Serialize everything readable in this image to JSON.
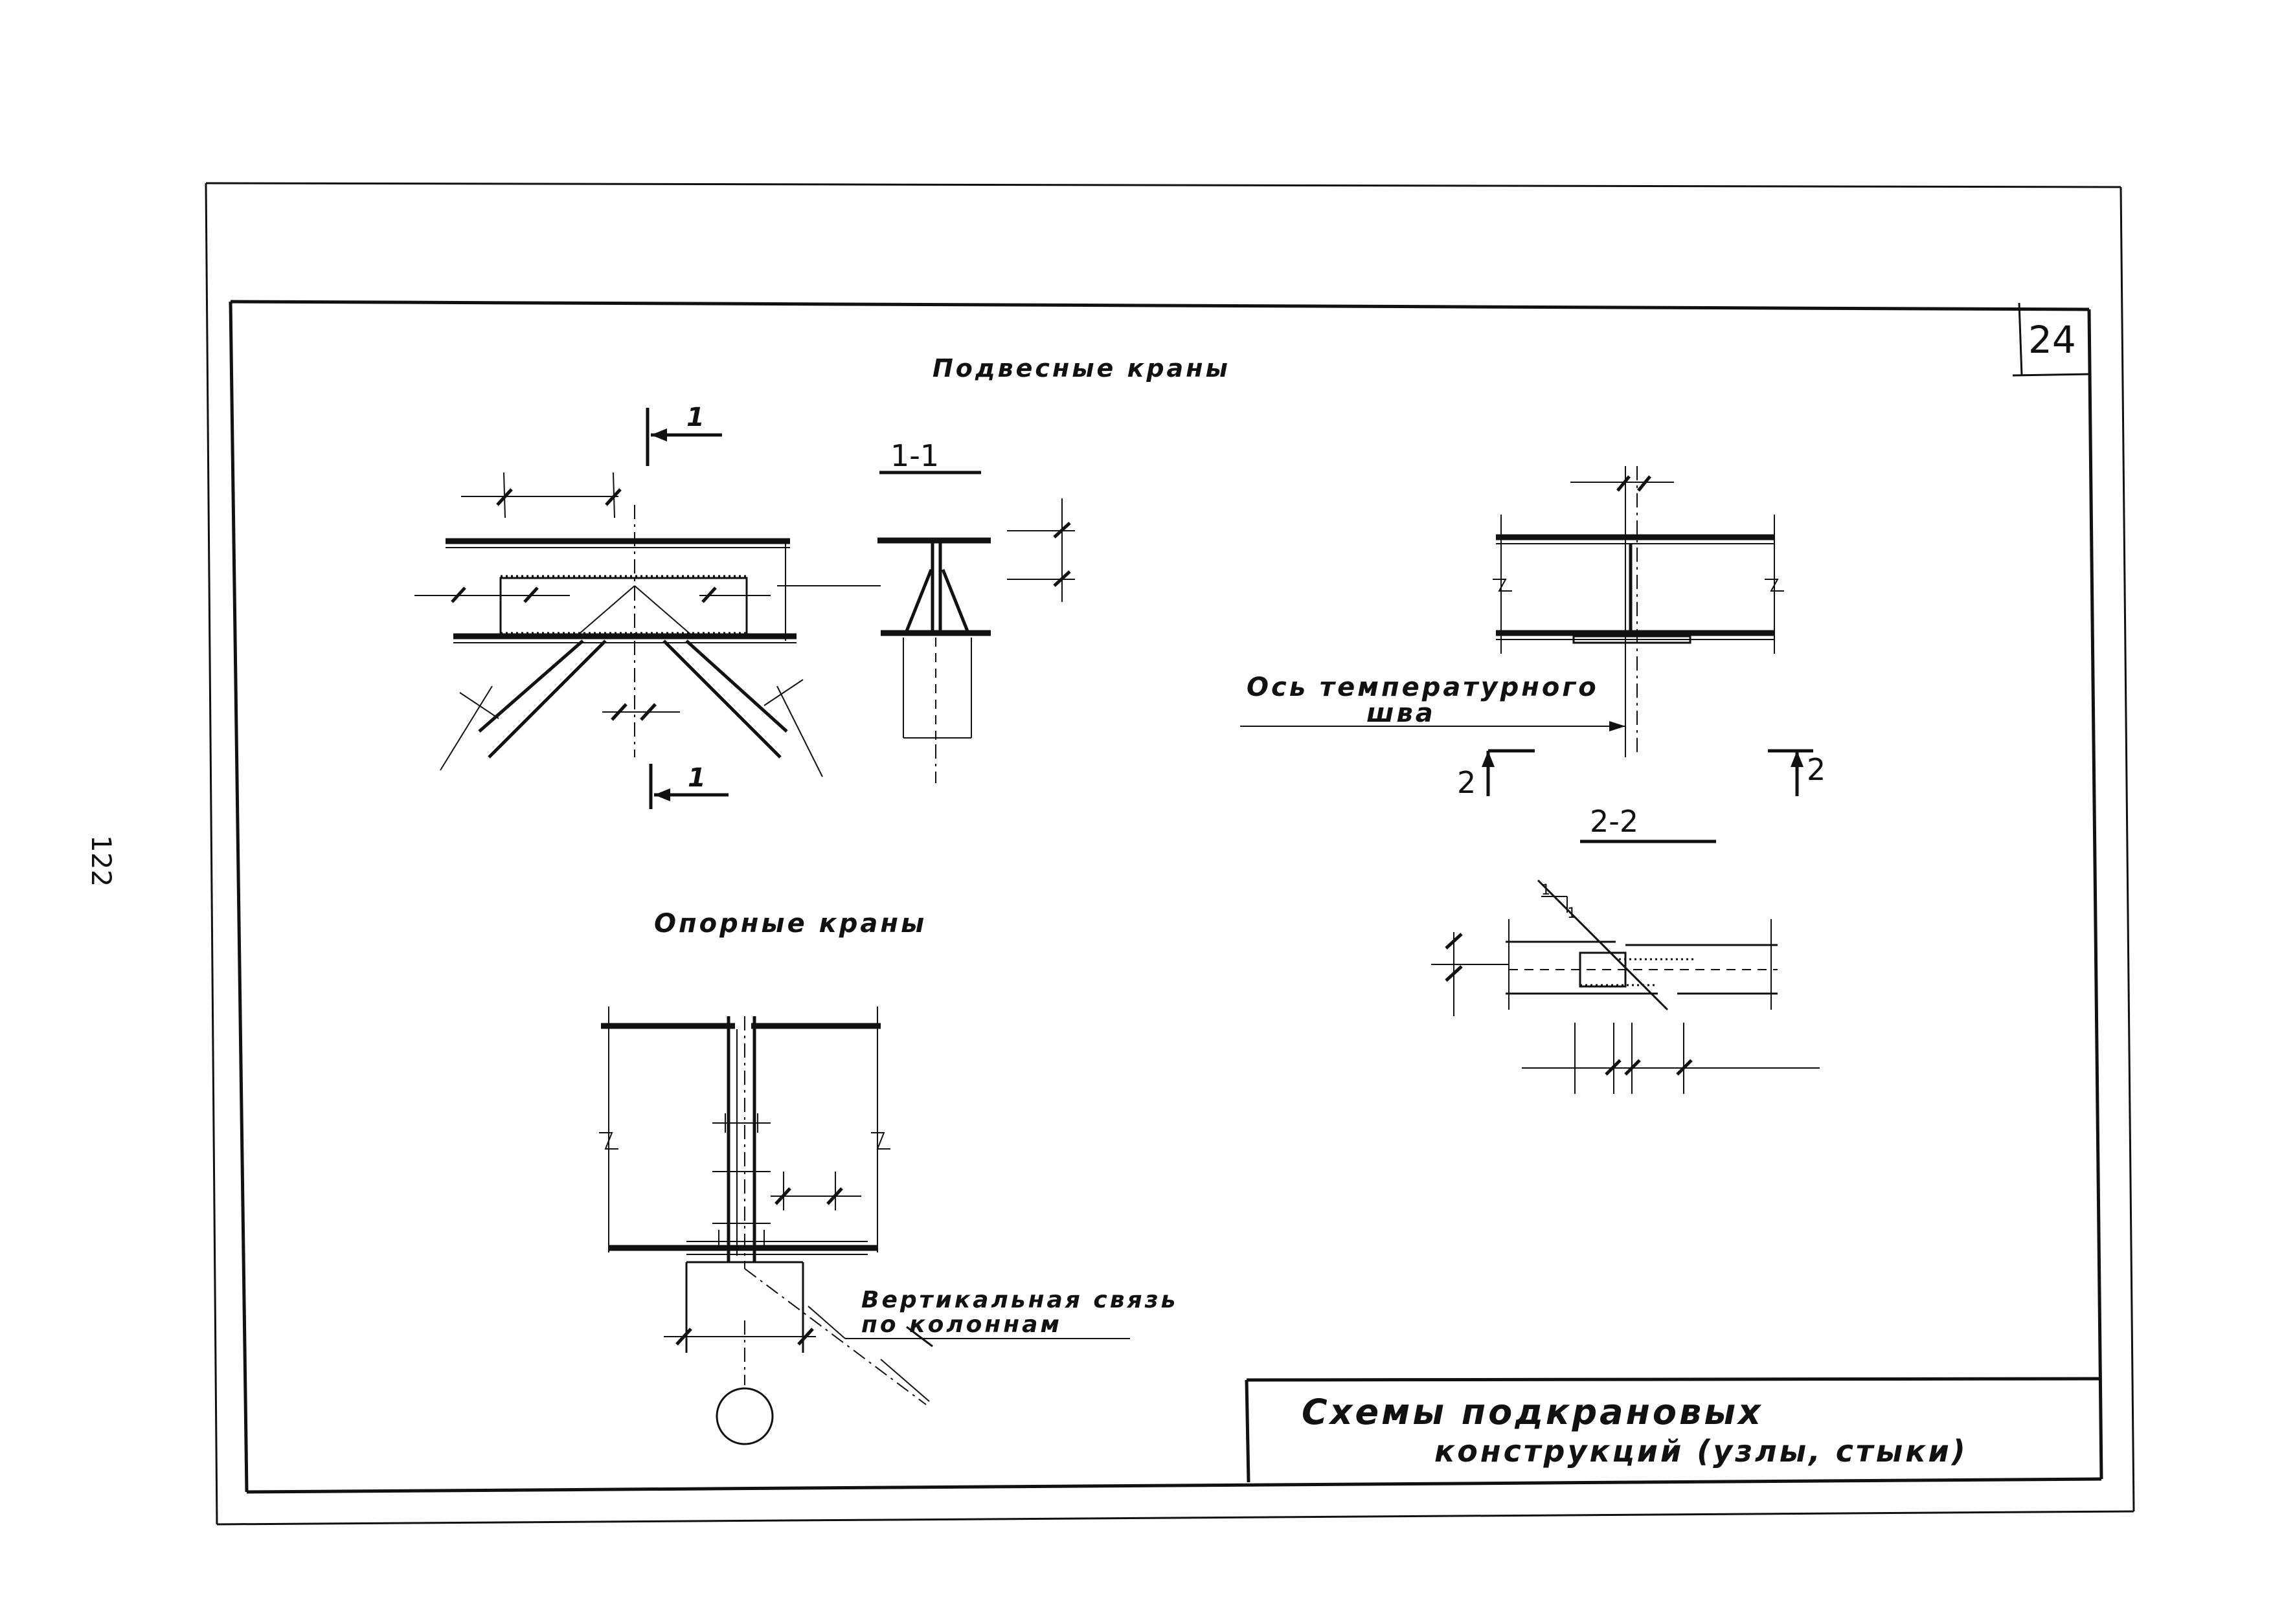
{
  "page_number": "122",
  "sheet_number": "24",
  "sections": {
    "hanging_cranes_title": "Подвесные краны",
    "support_cranes_title": "Опорные краны",
    "section_1_1": "1-1",
    "section_2_2": "2-2",
    "cut_mark_1_top": "1",
    "cut_mark_1_bottom": "1",
    "cut_mark_2_left": "2",
    "cut_mark_2_right": "2"
  },
  "labels": {
    "temperature_joint_line1": "Ось температурного",
    "temperature_joint_line2": "шва",
    "vertical_bracing_line1": "Вертикальная связь",
    "vertical_bracing_line2": "по колоннам",
    "weld_mark_1": "1",
    "weld_mark_2": "1"
  },
  "title_block": {
    "line1": "Схемы подкрановых",
    "line2": "конструкций (узлы, стыки)"
  }
}
